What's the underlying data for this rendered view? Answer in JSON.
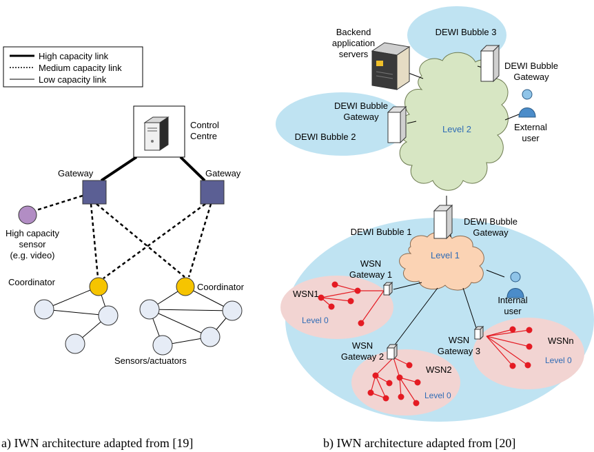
{
  "legend": {
    "high": "High capacity link",
    "medium": "Medium capacity link",
    "low": "Low capacity link"
  },
  "left": {
    "control_centre": [
      "Control",
      "Centre"
    ],
    "gateway_left": "Gateway",
    "gateway_right": "Gateway",
    "sensor": [
      "High capacity",
      "sensor",
      "(e.g. video)"
    ],
    "coordinator_left": "Coordinator",
    "coordinator_right": "Coordinator",
    "sensors_actuators": "Sensors/actuators",
    "caption": "a) IWN architecture adapted from [19]"
  },
  "right": {
    "backend": [
      "Backend",
      "application",
      "servers"
    ],
    "bubble3": "DEWI Bubble 3",
    "bubble2": "DEWI Bubble 2",
    "bubble1": "DEWI Bubble 1",
    "gw_bubble3": [
      "DEWI Bubble",
      "Gateway"
    ],
    "gw_bubble2": [
      "DEWI Bubble",
      "Gateway"
    ],
    "gw_bubble1": [
      "DEWI Bubble",
      "Gateway"
    ],
    "external_user": [
      "External",
      "user"
    ],
    "internal_user": [
      "Internal",
      "user"
    ],
    "level2": "Level 2",
    "level1": "Level 1",
    "wsn_gw1": [
      "WSN",
      "Gateway 1"
    ],
    "wsn_gw2": [
      "WSN",
      "Gateway 2"
    ],
    "wsn_gw3": [
      "WSN",
      "Gateway 3"
    ],
    "wsn1": "WSN1",
    "wsn2": "WSN2",
    "wsnn": "WSNn",
    "level0_a": "Level 0",
    "level0_b": "Level 0",
    "level0_c": "Level 0",
    "caption": "b) IWN architecture adapted from [20]"
  },
  "colors": {
    "gateway": "#5b5f94",
    "coordinator": "#f6c400",
    "hc_sensor": "#b28dc4",
    "node": "#e6ecf6",
    "bubble": "#bfe3f2",
    "wsn_area": "#f2d4d2",
    "wsn_node": "#e41b23",
    "cloud2": "#d7e6c3",
    "cloud1": "#fbd3b4",
    "label_blue": "#2e6bb5"
  }
}
